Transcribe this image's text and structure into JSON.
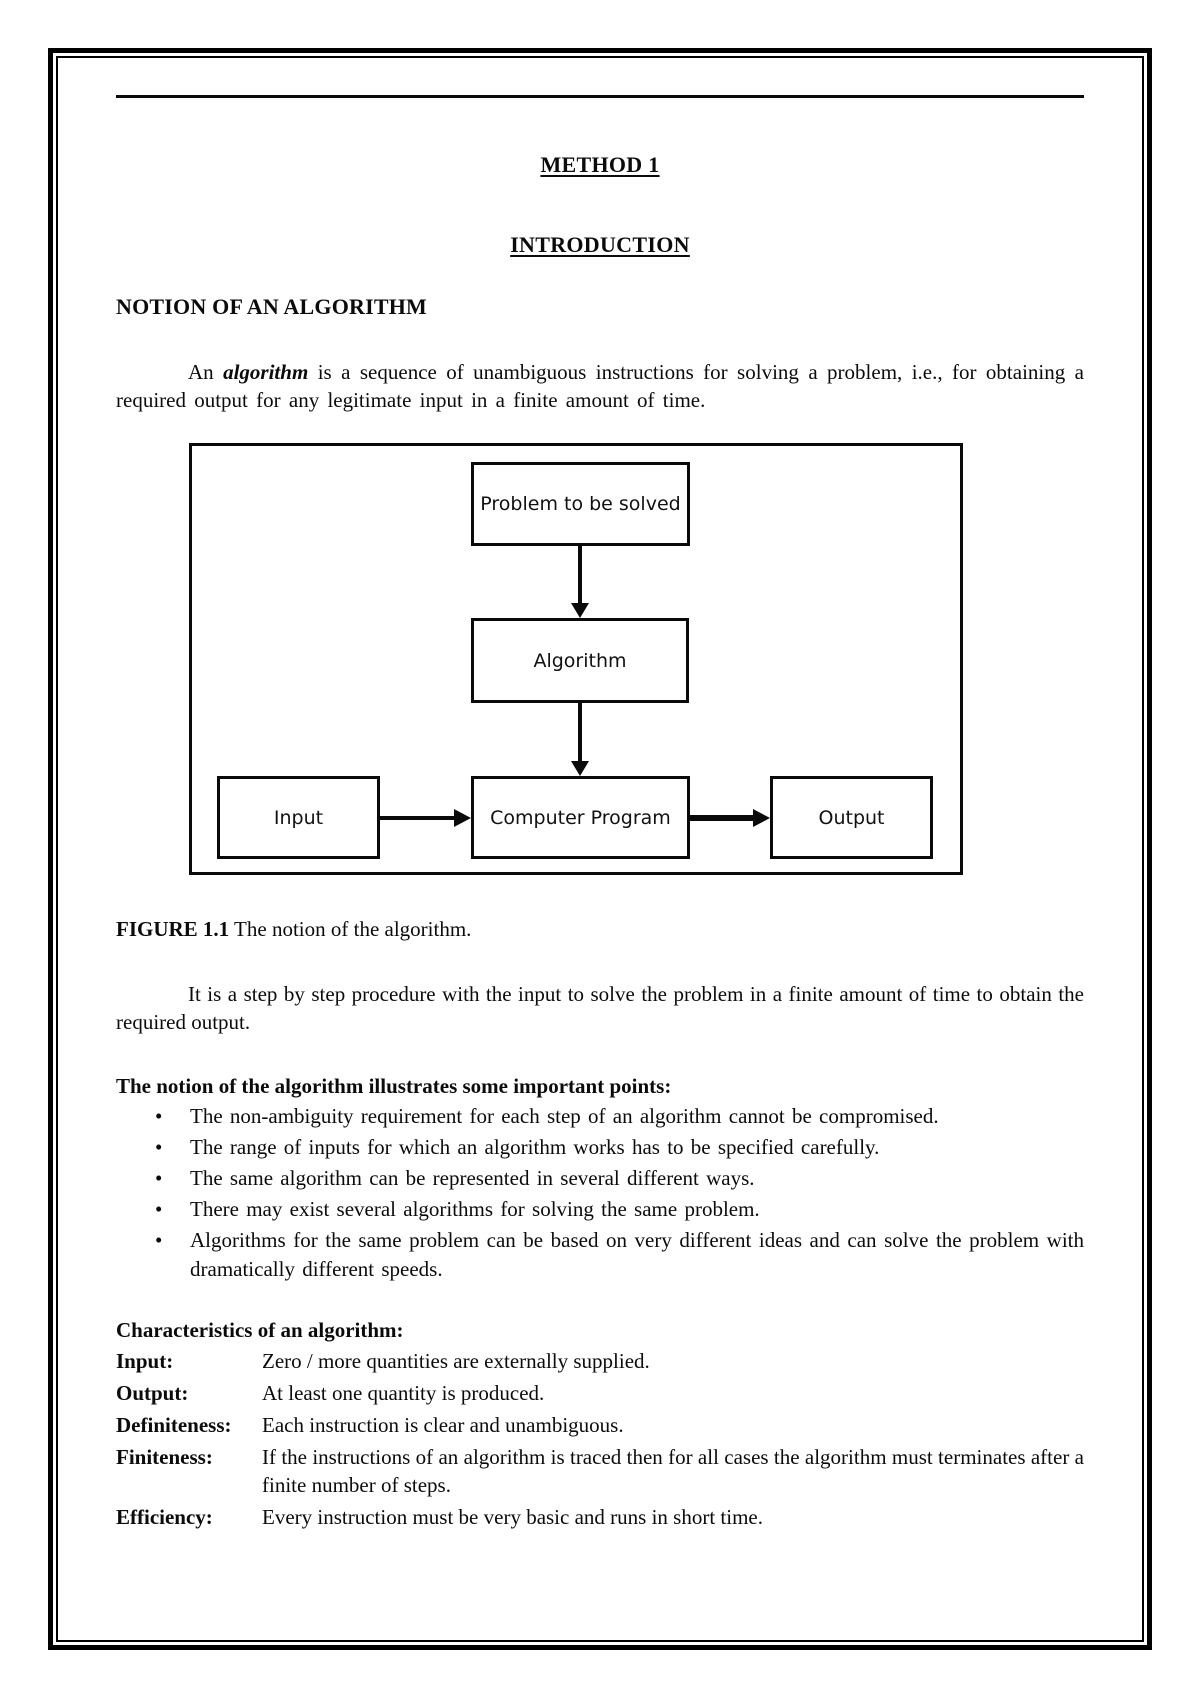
{
  "doc": {
    "title": "METHOD 1",
    "subtitle": "INTRODUCTION",
    "notion_heading": "NOTION OF AN ALGORITHM",
    "intro_para": {
      "prefix": "An ",
      "term": "algorithm",
      "rest": " is a sequence of unambiguous instructions for solving a problem, i.e., for obtaining a required output for any legitimate input in a finite amount of time."
    },
    "figure_caption": {
      "label": "FIGURE 1.1",
      "text": " The notion of the algorithm."
    },
    "step_para": "It is a step by step procedure with the input to solve the problem in a finite amount of time to obtain the required output.",
    "points_heading": "The notion of the algorithm illustrates some important points:",
    "points": [
      "The non-ambiguity requirement for each step of an algorithm cannot be compromised.",
      "The range of inputs for which an algorithm works has to be specified carefully.",
      "The same algorithm can be represented in several different ways.",
      "There may exist several algorithms for solving the same problem.",
      "Algorithms for the same problem can be based on very different ideas and can solve the problem with dramatically different speeds."
    ],
    "characteristics_heading": "Characteristics of an algorithm:",
    "characteristics": [
      {
        "label": "Input:",
        "text": "Zero / more quantities are externally supplied."
      },
      {
        "label": "Output:",
        "text": "At least one quantity is produced."
      },
      {
        "label": "Definiteness:",
        "text": "Each instruction is clear and unambiguous."
      },
      {
        "label": "Finiteness:",
        "text": "If the instructions of an algorithm is traced then for all cases the algorithm must terminates after a finite number of steps."
      },
      {
        "label": "Efficiency:",
        "text": "Every instruction must be very basic and runs in short time."
      }
    ]
  },
  "diagram": {
    "nodes": {
      "problem": "Problem to be solved",
      "algorithm": "Algorithm",
      "input": "Input",
      "computer_program": "Computer Program",
      "output": "Output"
    }
  },
  "colors": {
    "ink": "#000000",
    "paper": "#ffffff"
  }
}
